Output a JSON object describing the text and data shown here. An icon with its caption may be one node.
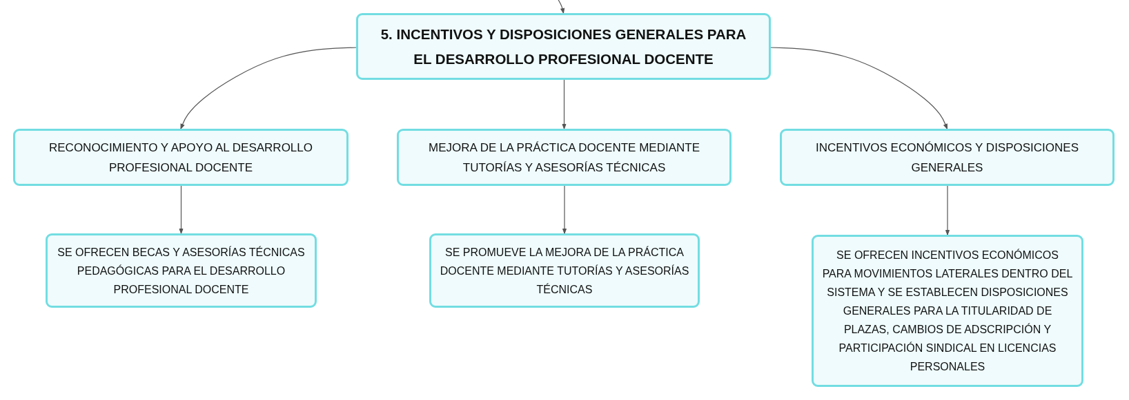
{
  "diagram": {
    "nodes": [
      {
        "text": [
          "5. INCENTIVOS Y DISPOSICIONES GENERALES PARA EL DESARROLLO PROFESIONAL DOCENTE"
        ]
      },
      {
        "text": [
          "RECONOCIMIENTO Y APOYO AL DESARROLLO PROFESIONAL DOCENTE"
        ]
      },
      {
        "text": [
          "MEJORA DE LA PRÁCTICA DOCENTE MEDIANTE TUTORÍAS Y ASESORÍAS TÉCNICAS"
        ]
      },
      {
        "text": [
          "INCENTIVOS ECONÓMICOS Y DISPOSICIONES GENERALES"
        ]
      },
      {
        "text": [
          "SE OFRECEN BECAS Y ASESORÍAS TÉCNICAS PEDAGÓGICAS PARA EL DESARROLLO PROFESIONAL DOCENTE"
        ]
      },
      {
        "text": [
          "SE PROMUEVE LA MEJORA DE LA PRÁCTICA DOCENTE MEDIANTE TUTORÍAS Y ASESORÍAS TÉCNICAS"
        ]
      },
      {
        "text": [
          "SE OFRECEN INCENTIVOS ECONÓMICOS PARA MOVIMIENTOS LATERALES DENTRO DEL SISTEMA Y SE ESTABLECEN DISPOSICIONES GENERALES PARA LA TITULARIDAD DE PLAZAS, CAMBIOS DE ADSCRIPCIÓN Y PARTICIPACIÓN SINDICAL EN LICENCIAS PERSONALES"
        ]
      }
    ],
    "edges": [
      {
        "from": null,
        "to": 0,
        "arrow": "to"
      },
      {
        "from": 0,
        "to": 1,
        "arrow": "to"
      },
      {
        "from": 0,
        "to": 2,
        "arrow": "to"
      },
      {
        "from": 0,
        "to": 3,
        "arrow": "to"
      },
      {
        "from": 1,
        "to": 4,
        "arrow": "to"
      },
      {
        "from": 2,
        "to": 5,
        "arrow": "to"
      },
      {
        "from": 3,
        "to": 6,
        "arrow": "to"
      }
    ]
  }
}
